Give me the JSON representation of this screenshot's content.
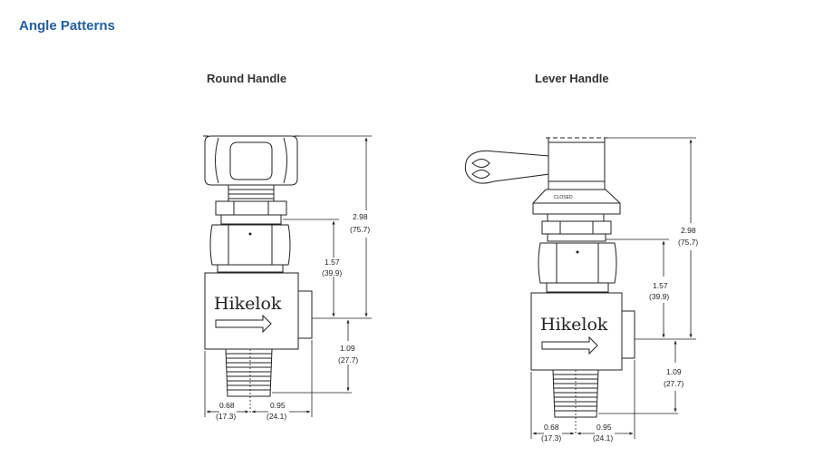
{
  "title": "Angle Patterns",
  "round": {
    "label": "Round Handle",
    "logo": "Hikelok",
    "height_in": "2.98",
    "height_mm": "(75.7)",
    "stem_in": "1.57",
    "stem_mm": "(39.9)",
    "port_in": "1.09",
    "port_mm": "(27.7)",
    "left_in": "0.68",
    "left_mm": "(17.3)",
    "right_in": "0.95",
    "right_mm": "(24.1)"
  },
  "lever": {
    "label": "Lever Handle",
    "logo": "Hikelok",
    "closed_label": "CLOSED",
    "height_in": "2.98",
    "height_mm": "(75.7)",
    "stem_in": "1.57",
    "stem_mm": "(39.9)",
    "port_in": "1.09",
    "port_mm": "(27.7)",
    "left_in": "0.68",
    "left_mm": "(17.3)",
    "right_in": "0.95",
    "right_mm": "(24.1)"
  }
}
